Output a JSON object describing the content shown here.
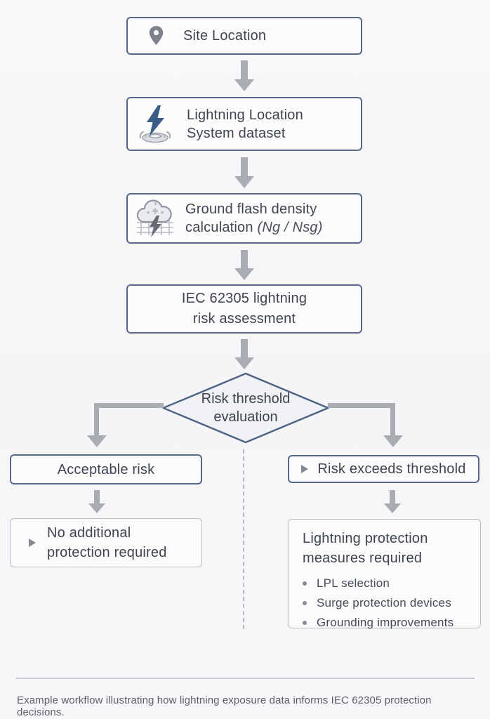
{
  "colors": {
    "background": "#f6f6f8",
    "box_fill": "#fcfcfd",
    "border_blue": "#55688a",
    "border_grey": "#b8bdc5",
    "arrow_grey": "#a9adb3",
    "text_dark": "#3e4450",
    "text_muted": "#5b6068",
    "bolt_blue": "#3b5c87"
  },
  "icons": {
    "site": "location-pin-icon",
    "lls": "lightning-strike-icon",
    "gfd": "storm-cloud-grid-icon"
  },
  "nodes": {
    "site": {
      "label": "Site Location"
    },
    "lls": {
      "line1": "Lightning Location",
      "line2": "System dataset"
    },
    "gfd": {
      "line1": "Ground flash density",
      "line2_text": "calculation",
      "line2_math": "(Ng / Nsg)"
    },
    "iec": {
      "line1": "IEC 62305 lightning",
      "line2": "risk assessment"
    },
    "decision": {
      "line1": "Risk threshold",
      "line2": "evaluation"
    },
    "acceptable": {
      "label": "Acceptable risk"
    },
    "no_protection": {
      "line1": "No additional",
      "line2": "protection required"
    },
    "exceeds": {
      "label": "Risk exceeds threshold"
    },
    "measures": {
      "line1": "Lightning protection",
      "line2": "measures required",
      "bullets": [
        "LPL selection",
        "Surge protection devices",
        "Grounding improvements"
      ]
    }
  },
  "caption": "Example workflow illustrating how lightning exposure data informs IEC 62305 protection decisions."
}
